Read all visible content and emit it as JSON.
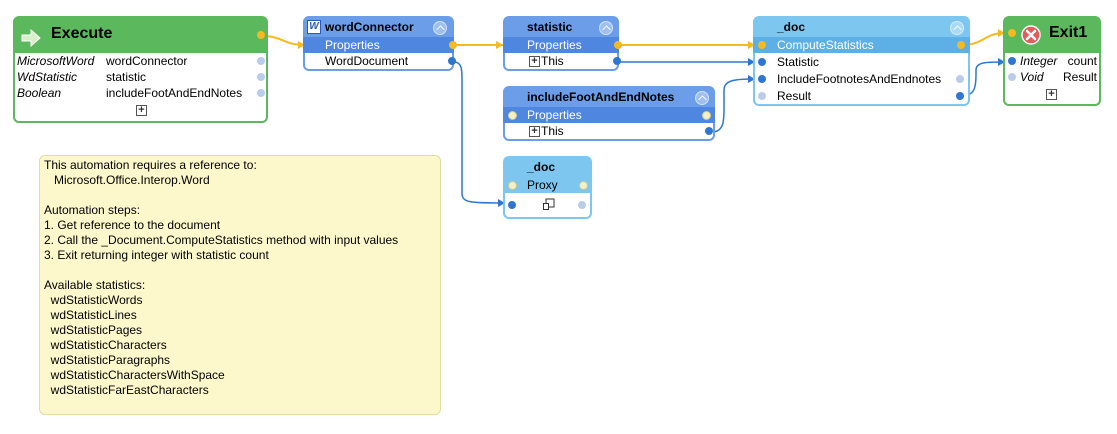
{
  "nodes": {
    "execute": {
      "title": "Execute",
      "rows": [
        {
          "type": "MicrosoftWord",
          "name": "wordConnector"
        },
        {
          "type": "WdStatistic",
          "name": "statistic"
        },
        {
          "type": "Boolean",
          "name": "includeFootAndEndNotes"
        }
      ]
    },
    "word_connector": {
      "title": "wordConnector",
      "icon_letter": "W",
      "rows": [
        "Properties",
        "WordDocument"
      ]
    },
    "statistic": {
      "title": "statistic",
      "rows": [
        "Properties",
        "This"
      ]
    },
    "include_foot": {
      "title": "includeFootAndEndNotes",
      "rows": [
        "Properties",
        "This"
      ]
    },
    "doc_compute": {
      "title": "_doc",
      "rows": [
        "ComputeStatistics",
        "Statistic",
        "IncludeFootnotesAndEndnotes",
        "Result"
      ]
    },
    "doc_proxy": {
      "title": "_doc",
      "rows": [
        "Proxy"
      ]
    },
    "exit": {
      "title": "Exit1",
      "rows": [
        {
          "type": "Integer",
          "name": "count"
        },
        {
          "type": "Void",
          "name": "Result"
        }
      ]
    }
  },
  "note": {
    "lines": [
      "This automation requires a reference to:",
      "   Microsoft.Office.Interop.Word",
      "",
      "Automation steps:",
      "1. Get reference to the document",
      "2. Call the _Document.ComputeStatistics method with input values",
      "3. Exit returning integer with statistic count",
      "",
      "Available statistics:",
      "  wdStatisticWords",
      "  wdStatisticLines",
      "  wdStatisticPages",
      "  wdStatisticCharacters",
      "  wdStatisticParagraphs",
      "  wdStatisticCharactersWithSpace",
      "  wdStatisticFarEastCharacters"
    ]
  },
  "colors": {
    "execute_green": "#5cb85c",
    "member_blue": "#6b9de8",
    "selected_blue": "#4f86e0",
    "doc_lightblue": "#7cc6f0",
    "exec_wire": "#f4b923",
    "data_wire": "#2f76d2",
    "note_bg": "#fdf8cc"
  }
}
